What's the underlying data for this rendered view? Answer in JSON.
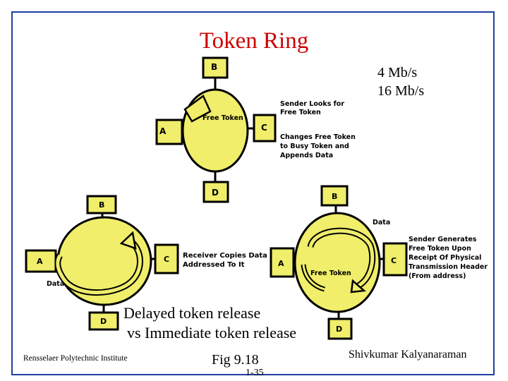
{
  "title": "Token Ring",
  "speeds": [
    "4 Mb/s",
    "16 Mb/s"
  ],
  "diagram1": {
    "nodes": {
      "b": "B",
      "a": "A",
      "c": "C",
      "d": "D"
    },
    "free_token": "Free Token",
    "sender_looks": [
      "Sender Looks for",
      "Free Token"
    ],
    "changes": [
      "Changes Free Token",
      "to Busy Token and",
      "Appends Data"
    ]
  },
  "diagram2": {
    "nodes": {
      "b": "B",
      "a": "A",
      "c": "C",
      "d": "D"
    },
    "receiver": [
      "Receiver Copies Data",
      "Addressed To It"
    ],
    "data": "Data"
  },
  "diagram3": {
    "nodes": {
      "b": "B",
      "a": "A",
      "c": "C",
      "d": "D"
    },
    "data": "Data",
    "free_token": "Free Token",
    "sender_generates": [
      "Sender Generates",
      "Free Token Upon",
      "Receipt Of Physical",
      "Transmission Header",
      "(From address)"
    ]
  },
  "captions": [
    "Delayed token release",
    "vs Immediate token release"
  ],
  "footer": {
    "institute": "Rensselaer Polytechnic Institute",
    "figure": "Fig 9.18",
    "page": "1-35",
    "author": "Shivkumar Kalyanaraman"
  },
  "colors": {
    "ring_fill": "#f0ee6a",
    "title": "#cc0000",
    "frame": "#1f3f9f"
  }
}
